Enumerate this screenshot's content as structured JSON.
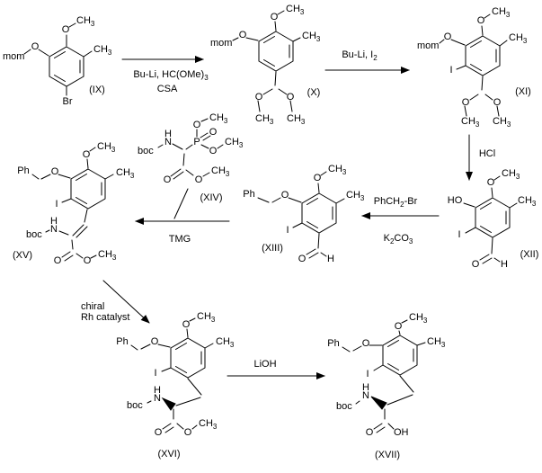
{
  "symbols": {
    "O": "O",
    "H": "H",
    "N": "N",
    "P": "P",
    "I": "I",
    "Br": "Br",
    "Ph": "Ph",
    "HO": "HO",
    "OH": "OH",
    "mom": "mom",
    "boc": "boc",
    "CH": "CH",
    "sub2": "2",
    "sub3": "3"
  },
  "compounds": {
    "ix": "(IX)",
    "x": "(X)",
    "xi": "(XI)",
    "xii": "(XII)",
    "xiii": "(XIII)",
    "xiv": "(XIV)",
    "xv": "(XV)",
    "xvi": "(XVI)",
    "xvii": "(XVII)"
  },
  "reagents": {
    "step1_main": "Bu-Li, HC(OMe)",
    "step1_sub": "3",
    "step1_line2": "CSA",
    "step2_main": "Bu-Li,  I",
    "step2_sub": "2",
    "step3": "HCl",
    "step4_a": "PhCH",
    "step4_a_sub": "2",
    "step4_a_rest": "-Br",
    "step4_b1": "K",
    "step4_b1_sub": "2",
    "step4_b2": "CO",
    "step4_b2_sub": "3",
    "step5": "TMG",
    "step6_line1": "chiral",
    "step6_line2": "Rh catalyst",
    "step7": "LiOH"
  },
  "colors": {
    "ink": "#000000",
    "background": "#ffffff"
  }
}
